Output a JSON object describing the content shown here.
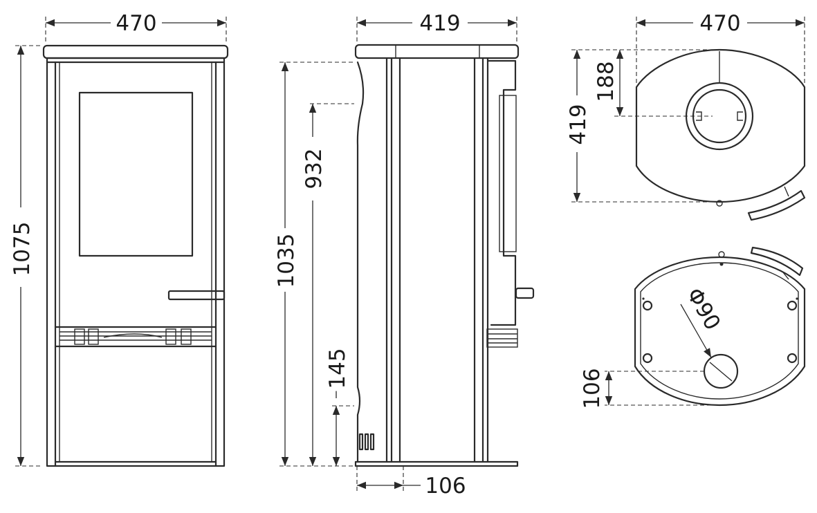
{
  "front_view": {
    "width_label": "470",
    "height_label": "1075"
  },
  "side_view": {
    "depth_label": "419",
    "height_label": "1035",
    "flue_height_label": "932",
    "air_inlet_height_label": "145",
    "air_inlet_offset_label": "106"
  },
  "top_view": {
    "width_label": "470",
    "depth_label": "419",
    "flue_offset_label": "188"
  },
  "bottom_view": {
    "air_inlet_diameter_label": "Φ90",
    "air_inlet_offset_label": "106"
  },
  "colors": {
    "line": "#2a2a2a",
    "background": "#ffffff"
  }
}
